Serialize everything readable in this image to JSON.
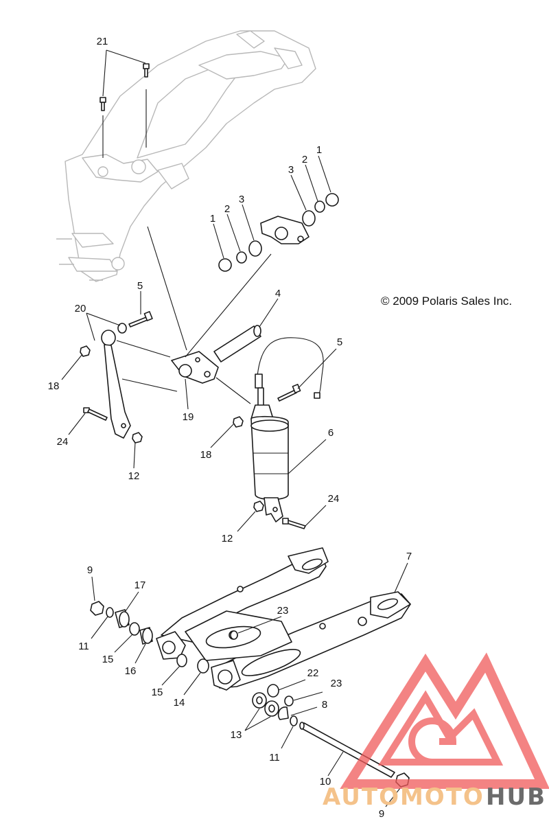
{
  "copyright": "© 2009 Polaris Sales Inc.",
  "watermark": {
    "left": "AUTOMOTO",
    "right": "HUB",
    "accent_color": "#f05a5a",
    "text_color": "#f4c28a"
  },
  "callouts": {
    "c21": "21",
    "c1a": "1",
    "c2a": "2",
    "c3a": "3",
    "c1b": "1",
    "c2b": "2",
    "c3b": "3",
    "c4": "4",
    "c5a": "5",
    "c5b": "5",
    "c20": "20",
    "c18a": "18",
    "c19": "19",
    "c24a": "24",
    "c12a": "12",
    "c6": "6",
    "c18b": "18",
    "c12b": "12",
    "c24b": "24",
    "c7": "7",
    "c9a": "9",
    "c17": "17",
    "c23a": "23",
    "c11a": "11",
    "c15a": "15",
    "c16": "16",
    "c15b": "15",
    "c14": "14",
    "c22": "22",
    "c23b": "23",
    "c8": "8",
    "c13": "13",
    "c11b": "11",
    "c10": "10",
    "c9b": "9"
  }
}
